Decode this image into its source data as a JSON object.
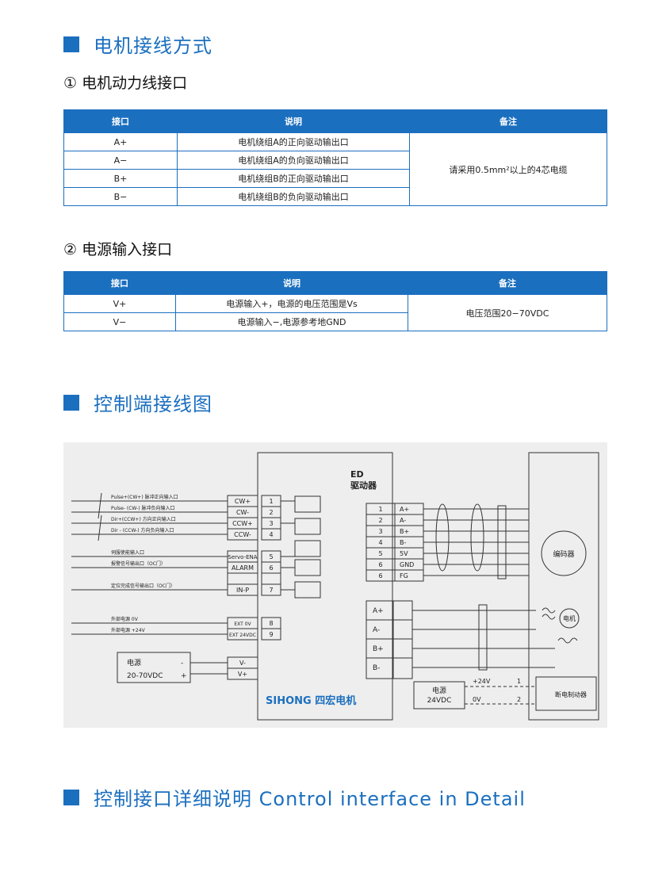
{
  "section1": {
    "title": "电机接线方式"
  },
  "motor_power": {
    "title": "① 电机动力线接口",
    "headers": [
      "接口",
      "说明",
      "备注"
    ],
    "rows": [
      {
        "port": "A+",
        "desc": "电机绕组A的正向驱动输出口"
      },
      {
        "port": "A−",
        "desc": "电机绕组A的负向驱动输出口"
      },
      {
        "port": "B+",
        "desc": "电机绕组B的正向驱动输出口"
      },
      {
        "port": "B−",
        "desc": "电机绕组B的负向驱动输出口"
      }
    ],
    "note": "请采用0.5mm²以上的4芯电缆"
  },
  "power_input": {
    "title": "② 电源输入接口",
    "headers": [
      "接口",
      "说明",
      "备注"
    ],
    "rows": [
      {
        "port": "V+",
        "desc": "电源输入+，电源的电压范围是Vs"
      },
      {
        "port": "V−",
        "desc": "电源输入−,电源参考地GND"
      }
    ],
    "note": "电压范围20−70VDC"
  },
  "section2": {
    "title": "控制端接线图"
  },
  "diagram": {
    "driver_name": "ED",
    "driver_sub": "驱动器",
    "brand": "SIHONG 四宏电机",
    "inputs": [
      {
        "label": "Pulse+(CW+) 脉冲正向输入口",
        "pin": "CW+",
        "num": "1"
      },
      {
        "label": "Pulse- (CW-) 脉冲负向输入口",
        "pin": "CW-",
        "num": "2"
      },
      {
        "label": "Dir+(CCW+) 方向正向输入口",
        "pin": "CCW+",
        "num": "3"
      },
      {
        "label": "Dir - (CCW-) 方向负向输入口",
        "pin": "CCW-",
        "num": "4"
      },
      {
        "label": "伺服使能输入口",
        "pin": "Servo-ENA",
        "num": "5"
      },
      {
        "label": "报警信号输出口（OC门）",
        "pin": "ALARM",
        "num": "6"
      },
      {
        "label": "定位完成信号输出口（OC门）",
        "pin": "IN-P",
        "num": "7"
      },
      {
        "label": "外部电源 0V",
        "pin": "EXT 0V",
        "num": "8"
      },
      {
        "label": "外部电源 +24V",
        "pin": "EXT 24VDC",
        "num": "9"
      }
    ],
    "power": {
      "label": "电源",
      "range": "20-70VDC",
      "minus": "-",
      "plus": "+",
      "pin_minus": "V-",
      "pin_plus": "V+"
    },
    "encoder_pins": [
      {
        "num": "1",
        "name": "A+"
      },
      {
        "num": "2",
        "name": "A-"
      },
      {
        "num": "3",
        "name": "B+"
      },
      {
        "num": "4",
        "name": "B-"
      },
      {
        "num": "5",
        "name": "5V"
      },
      {
        "num": "6",
        "name": "GND"
      },
      {
        "num": "6",
        "name": "FG"
      }
    ],
    "encoder": "编码器",
    "motor_pins": [
      "A+",
      "A-",
      "B+",
      "B-"
    ],
    "motor": "电机",
    "brake_power": {
      "label": "电源",
      "voltage": "24VDC",
      "plus": "+24V",
      "zero": "0V",
      "n1": "1",
      "n2": "2"
    },
    "brake": "断电制动器"
  },
  "section3": {
    "title": "控制接口详细说明 Control interface in Detail"
  },
  "colors": {
    "accent": "#1b6fbf"
  }
}
